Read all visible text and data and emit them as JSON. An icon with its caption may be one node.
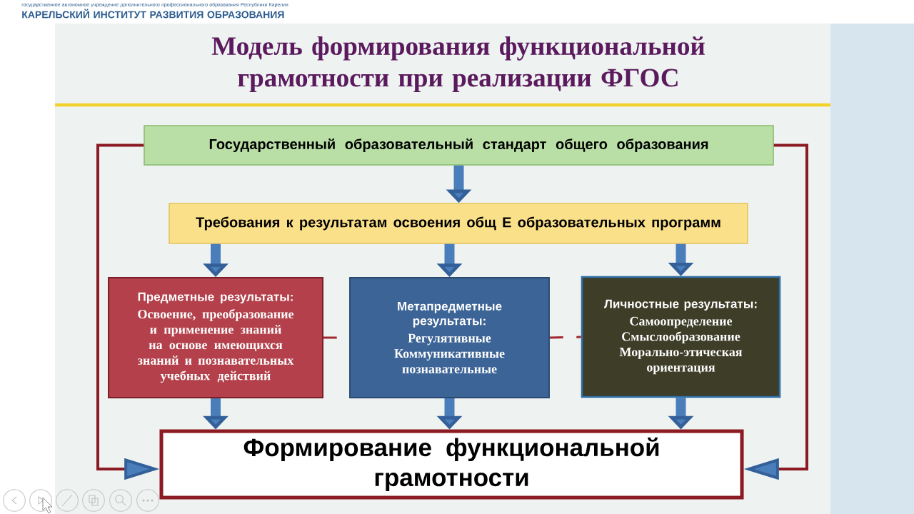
{
  "diagram": {
    "title": "Модель формирования функциональной грамотности при реализации ФГОС",
    "nodes": [
      {
        "text": [
          "Государственный образовательный стандарт общего образования"
        ]
      },
      {
        "text": [
          "Требования к результатам освоения общ Е образовательных программ"
        ]
      },
      {
        "text": [
          "Предметные результаты:",
          "Освоение, преобразование и применение знаний на основе имеющихся знаний и познавательных учебных действий"
        ]
      },
      {
        "text": [
          "Метапредметные результаты:",
          "Регулятивные Коммуникативные познавательные"
        ]
      },
      {
        "text": [
          "Личностные результаты:",
          "Самоопределение Смыслообразование Морально-этическая ориентация"
        ]
      },
      {
        "text": [
          "Формирование функциональной грамотности"
        ]
      }
    ],
    "edges": [
      {
        "from": 0,
        "to": 1,
        "arrow": "to"
      },
      {
        "from": 1,
        "to": 2,
        "arrow": "to"
      },
      {
        "from": 1,
        "to": 3,
        "arrow": "to"
      },
      {
        "from": 1,
        "to": 4,
        "arrow": "to"
      },
      {
        "from": 2,
        "to": 5,
        "arrow": "to"
      },
      {
        "from": 3,
        "to": 5,
        "arrow": "to"
      },
      {
        "from": 4,
        "to": 5,
        "arrow": "to"
      },
      {
        "from": 2,
        "to": 3,
        "arrow": "none",
        "style": "dashed",
        "color": "#a3262f"
      },
      {
        "from": 3,
        "to": 4,
        "arrow": "none",
        "style": "dashed",
        "color": "#a3262f"
      },
      {
        "from": 0,
        "to": 5,
        "arrow": "to",
        "color": "#8b1a22"
      },
      {
        "from": 0,
        "to": 5,
        "arrow": "to",
        "color": "#8b1a22"
      }
    ],
    "labels": [
      "государственное автономное учреждение дополнительного профессионального образования Республики Карелия",
      "КАРЕЛЬСКИЙ ИНСТИТУТ РАЗВИТИЯ ОБРАЗОВАНИЯ"
    ]
  }
}
